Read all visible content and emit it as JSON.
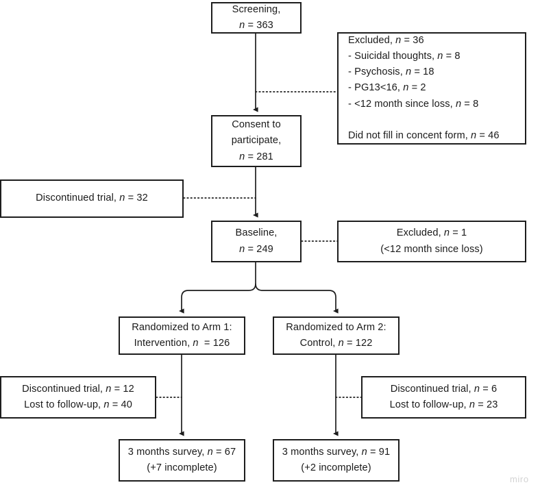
{
  "diagram": {
    "type": "consort-flow-diagram",
    "watermark": "miro",
    "colors": {
      "stroke": "#1d1d1d",
      "background": "#ffffff",
      "text": "#1a1a1a",
      "watermark": "#d3d3d3"
    }
  },
  "nodes": {
    "screening": {
      "line1": "Screening,",
      "line2_prefix": "n",
      "line2_rest": " = 363"
    },
    "excluded_top": {
      "line1_prefix": "Excluded, ",
      "line1_italic": "n",
      "line1_rest": " = 36",
      "line2_prefix": "- Suicidal thoughts, ",
      "line2_italic": "n",
      "line2_rest": " = 8",
      "line3_prefix": "- Psychosis, ",
      "line3_italic": "n",
      "line3_rest": " = 18",
      "line4_prefix": "- PG13<16, ",
      "line4_italic": "n",
      "line4_rest": " = 2",
      "line5_prefix": "- <12 month since loss, ",
      "line5_italic": "n",
      "line5_rest": " = 8",
      "line6_prefix": "Did not fill in concent form, ",
      "line6_italic": "n",
      "line6_rest": " = 46"
    },
    "consent": {
      "line1": "Consent to",
      "line2": "participate,",
      "line3_italic": "n",
      "line3_rest": " = 281"
    },
    "discontinued_trial_32": {
      "line1_prefix": "Discontinued trial, ",
      "line1_italic": "n",
      "line1_rest": " = 32"
    },
    "baseline": {
      "line1": "Baseline,",
      "line2_italic": "n",
      "line2_rest": " = 249"
    },
    "excluded_baseline": {
      "line1_prefix": "Excluded, ",
      "line1_italic": "n",
      "line1_rest": " = 1",
      "line2": "(<12 month since loss)"
    },
    "arm1": {
      "line1": "Randomized to Arm 1:",
      "line2_prefix": "Intervention, ",
      "line2_italic": "n",
      "line2_rest": "  = 126"
    },
    "arm2": {
      "line1": "Randomized to Arm 2:",
      "line2_prefix": "Control, ",
      "line2_italic": "n",
      "line2_rest": " = 122"
    },
    "discontinued_arm1": {
      "line1_prefix": "Discontinued trial, ",
      "line1_italic": "n",
      "line1_rest": " = 12",
      "line2_prefix": "Lost to follow-up, ",
      "line2_italic": "n",
      "line2_rest": " = 40"
    },
    "discontinued_arm2": {
      "line1_prefix": "Discontinued trial, ",
      "line1_italic": "n",
      "line1_rest": " = 6",
      "line2_prefix": "Lost to follow-up, ",
      "line2_italic": "n",
      "line2_rest": " = 23"
    },
    "survey_arm1": {
      "line1_prefix": "3 months survey, ",
      "line1_italic": "n",
      "line1_rest": " = 67",
      "line2": "(+7 incomplete)"
    },
    "survey_arm2": {
      "line1_prefix": "3 months survey, ",
      "line1_italic": "n",
      "line1_rest": " = 91",
      "line2": "(+2 incomplete)"
    }
  }
}
